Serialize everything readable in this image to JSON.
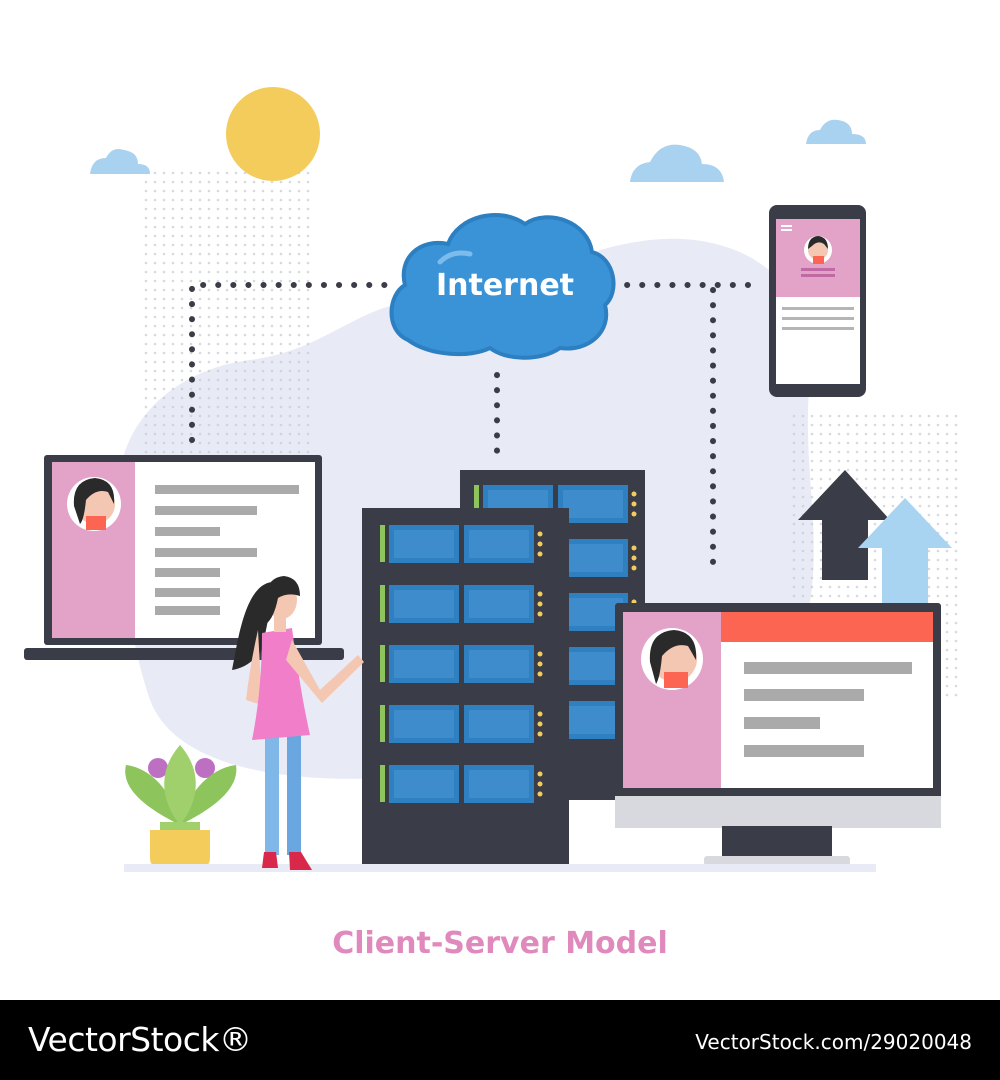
{
  "diagram": {
    "cloud_label": "Internet",
    "caption": "Client-Server Model"
  },
  "footer": {
    "brand": "VectorStock®",
    "image_id": "VectorStock.com/29020048"
  },
  "colors": {
    "caption": "#e089bd",
    "cloud": "#3a93d6",
    "server": "#3a3d47",
    "server_unit": "#3e8ccc",
    "profile_panel": "#e3a3c8",
    "arrow_dark": "#3a3d47",
    "arrow_light": "#a8d4f2",
    "sun": "#f3cc5c",
    "sky_cloud": "#a9d2f0",
    "blob": "#e8eaf6",
    "monitor_header": "#fd6553",
    "footer_bg": "#000000"
  }
}
